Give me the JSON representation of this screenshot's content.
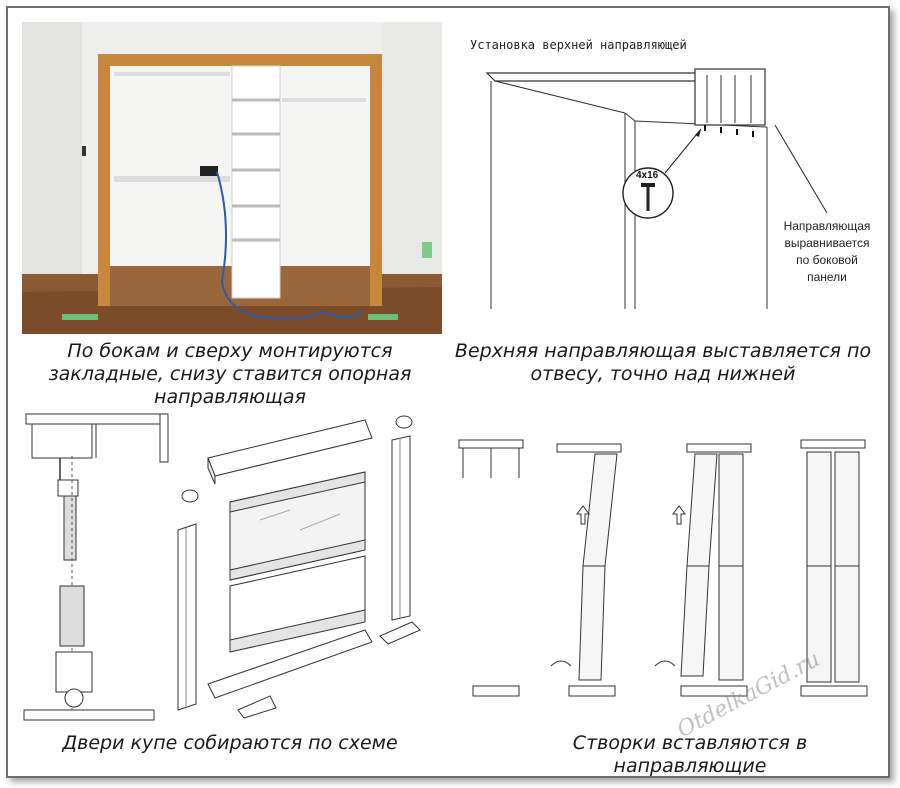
{
  "captions": {
    "top_left": "По бокам и сверху монтируются закладные, снизу ставится опорная направляющая",
    "top_right": "Верхняя направляющая выставляется по отвесу, точно над нижней",
    "bottom_left": "Двери купе собираются по схеме",
    "bottom_right": "Створки вставляются в направляющие"
  },
  "diagram_top_right": {
    "title": "Установка верхней направляющей",
    "screw_label": "4х16",
    "note": "Направляющая выравнивается по боковой панели"
  },
  "watermark": "OtdelkaGid.ru",
  "colors": {
    "border": "#6e6e6e",
    "wood": "#c8863f",
    "wall": "#f1f1ef",
    "floor": "#8a5a34"
  }
}
